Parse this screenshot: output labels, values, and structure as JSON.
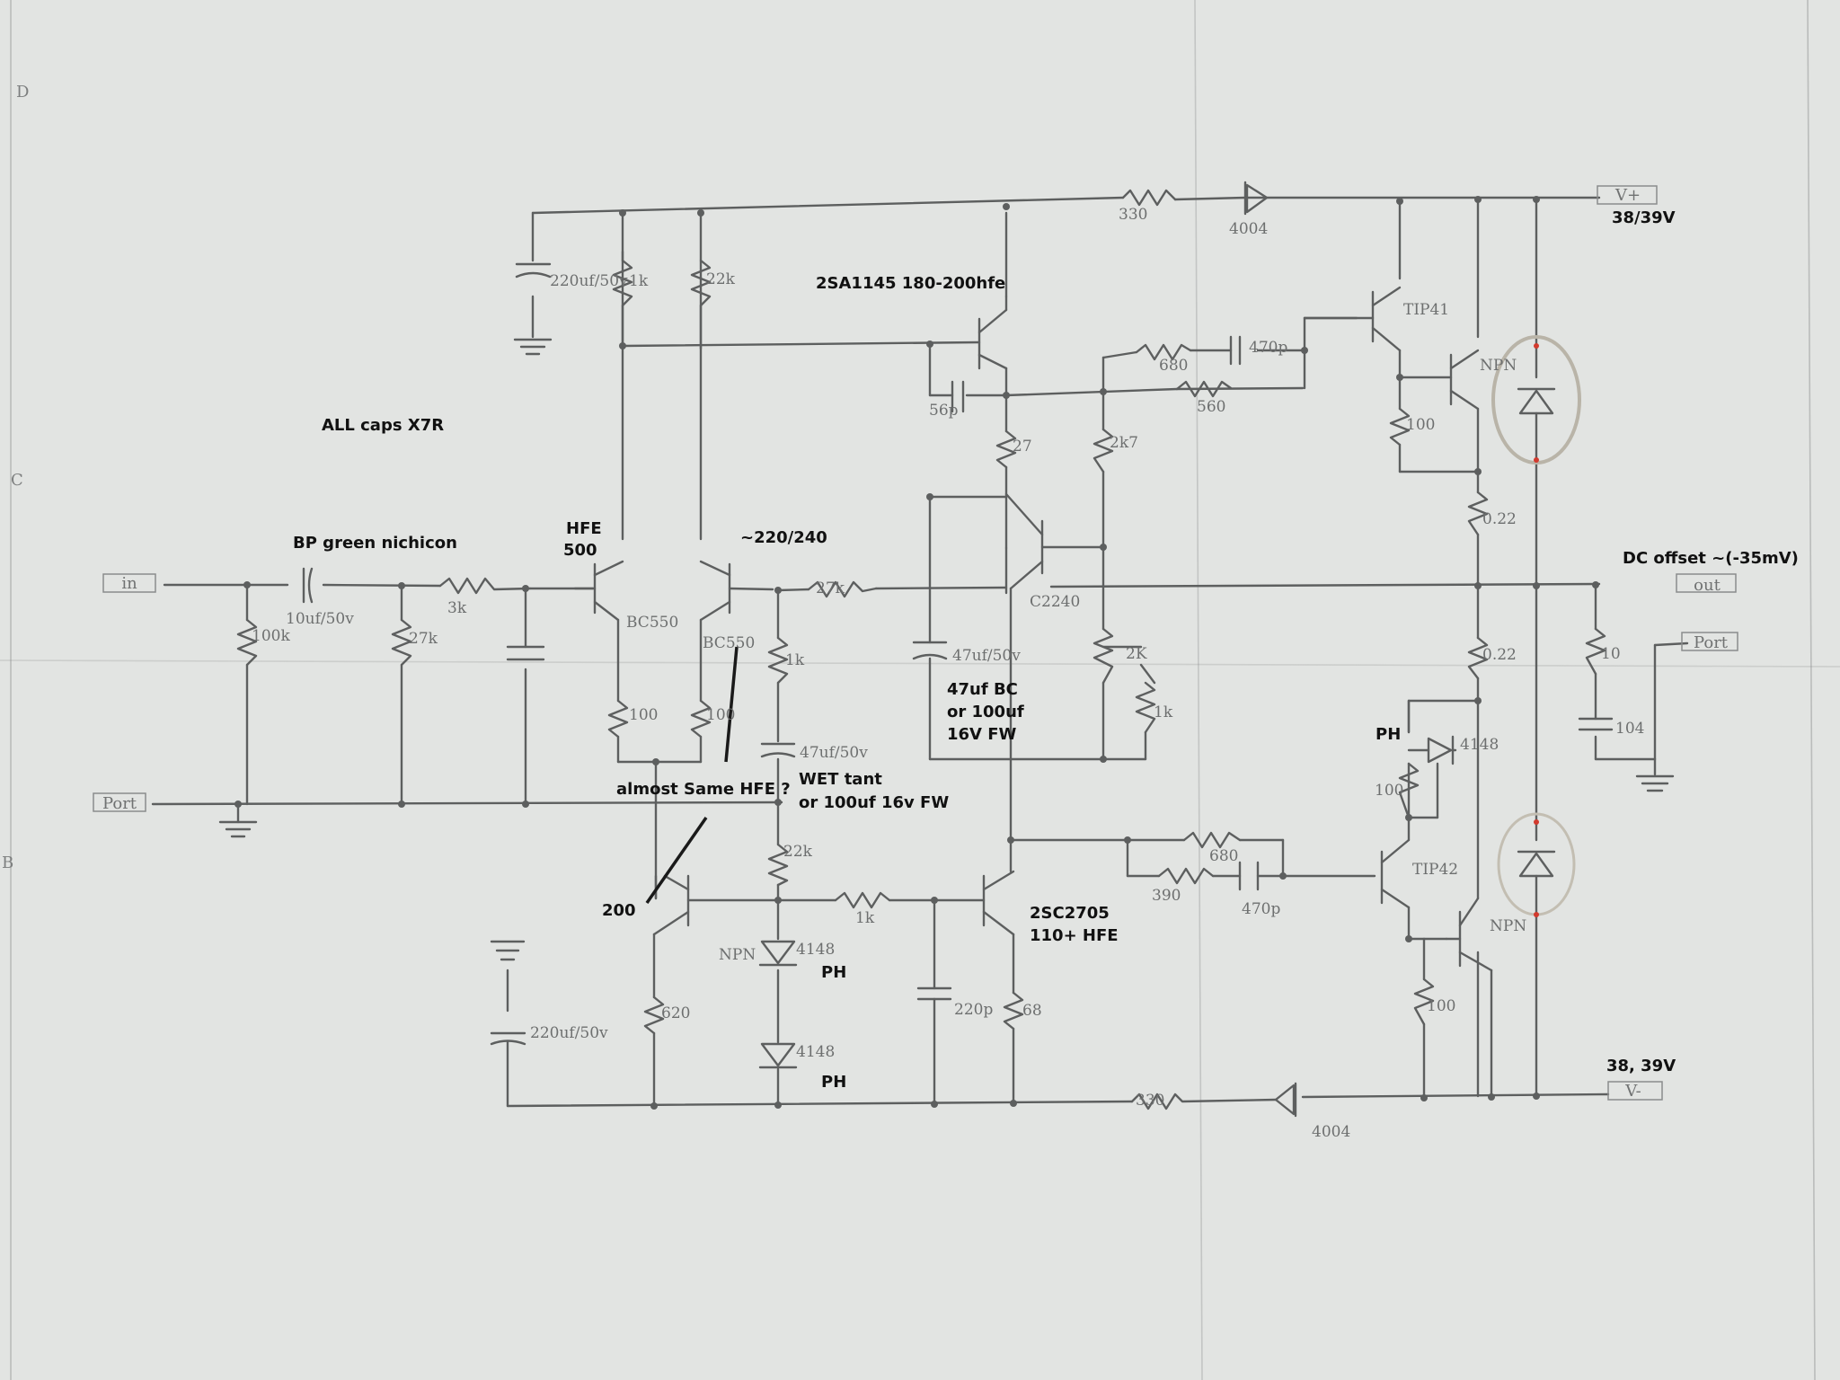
{
  "grid": {
    "row_d": "D",
    "row_c": "C",
    "row_b": "B"
  },
  "ports": {
    "in": "in",
    "out": "out",
    "port_left": "Port",
    "port_right": "Port",
    "vplus": "V+",
    "vminus": "V-"
  },
  "components": {
    "r330_top": "330",
    "d4004_top": "4004",
    "c220_top": "220uf/50v",
    "r1k_top": "1k",
    "r22k_top": "22k",
    "c10u": "10uf/50v",
    "r100k": "100k",
    "r27k_in": "27k",
    "r3k": "3k",
    "q1": "BC550",
    "q2": "BC550",
    "r100_a": "100",
    "r100_b": "100",
    "r1k_mid": "1k",
    "c47_mid": "47uf/50v",
    "r27k_fb": "27k",
    "c56p": "56p",
    "r680_top": "680",
    "c470p_top": "470p",
    "r560": "560",
    "r27": "27",
    "r2k7": "2k7",
    "q_c2240": "C2240",
    "c47_left": "47uf/50v",
    "pot2k": "2K",
    "r1k_pot": "1k",
    "tip41": "TIP41",
    "npn_top": "NPN",
    "r100_top": "100",
    "r022_top": "0.22",
    "r022_bot": "0.22",
    "r10": "10",
    "c104": "104",
    "r100_ph": "100",
    "d4148_right": "4148",
    "r22k_bot": "22k",
    "r1k_bot": "1k",
    "npn_diode": "NPN",
    "d4148_a": "4148",
    "d4148_b": "4148",
    "r620": "620",
    "c220_bot": "220uf/50v",
    "c220p": "220p",
    "r68": "68",
    "r680_bot": "680",
    "r390": "390",
    "c470p_bot": "470p",
    "tip42": "TIP42",
    "npn_bot": "NPN",
    "r100_bot": "100",
    "r330_bot": "330",
    "d4004_bot": "4004"
  },
  "annotations": {
    "caps": "ALL caps X7R",
    "bp": "BP green nichicon",
    "hfe": "HFE",
    "hfe_val": "500",
    "hfe_220": "~220/240",
    "sa1145": "2SA1145 180-200hfe",
    "dc_offset": "DC offset ~(-35mV)",
    "v_top": "38/39V",
    "c47_bc_1": "47uf BC",
    "c47_bc_2": "or 100uf",
    "c47_bc_3": "16V FW",
    "almost": "almost Same HFE ?",
    "wet_1": "WET tant",
    "wet_2": "or 100uf 16v FW",
    "n200": "200",
    "ph_right": "PH",
    "ph_1": "PH",
    "ph_2": "PH",
    "sc2705_1": "2SC2705",
    "sc2705_2": "110+ HFE",
    "v_bot": "38, 39V"
  }
}
